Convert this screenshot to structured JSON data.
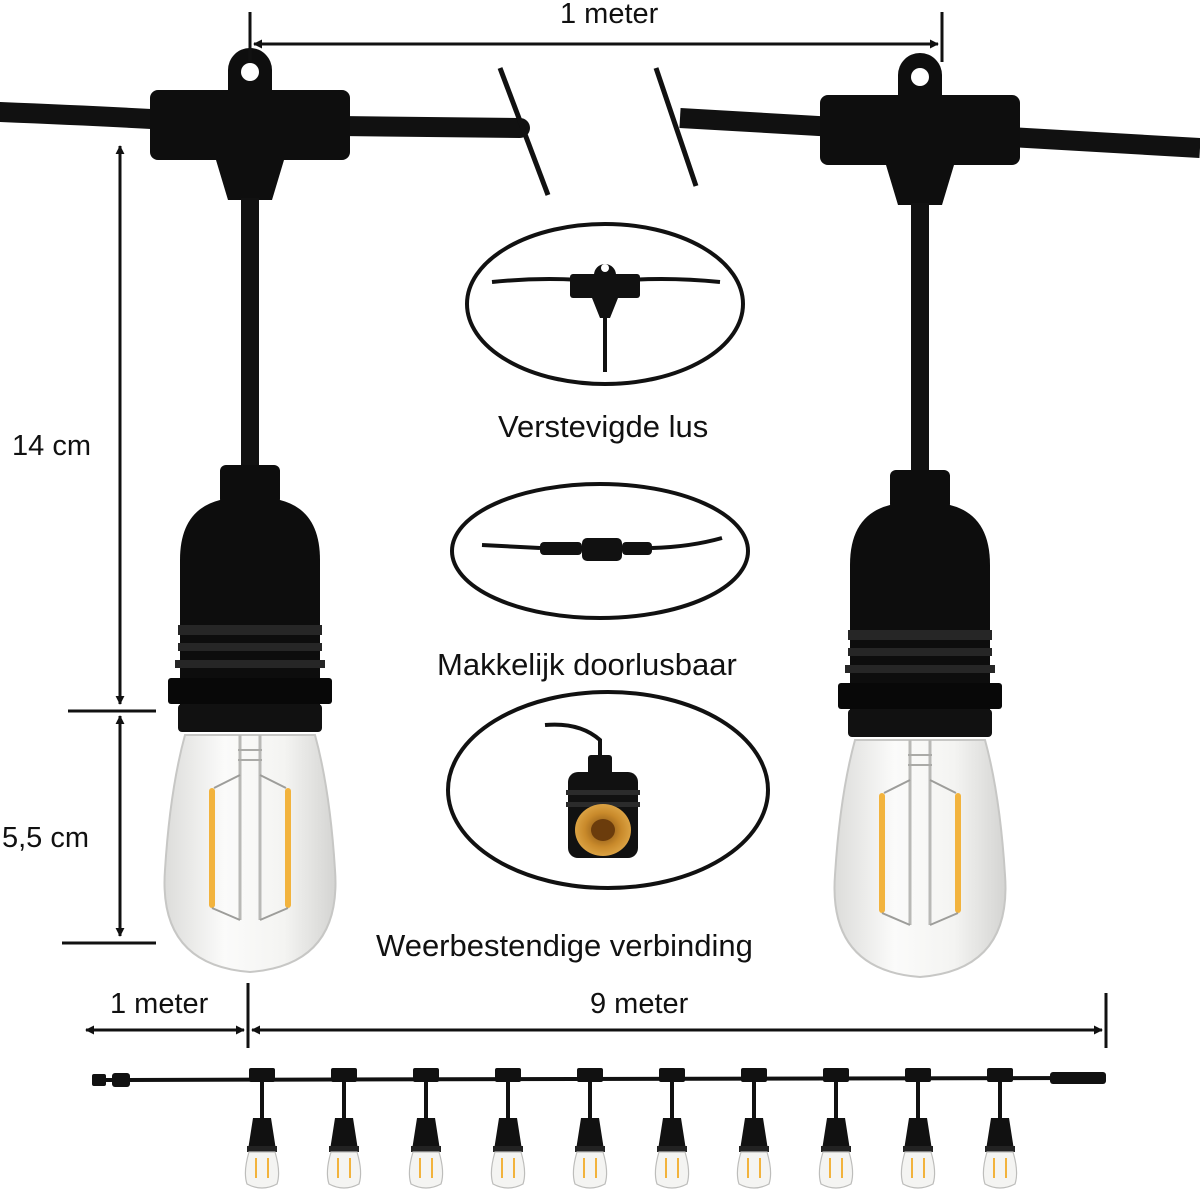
{
  "dimensions": {
    "top_spacing": "1 meter",
    "cable_drop": "14 cm",
    "bulb_height": "5,5 cm",
    "lead_cable": "1 meter",
    "total_length": "9 meter"
  },
  "features": [
    {
      "label": "Verstevigde lus",
      "icon": "t-connector-loop-icon"
    },
    {
      "label": "Makkelijk doorlusbaar",
      "icon": "inline-connector-icon"
    },
    {
      "label": "Weerbestendige verbinding",
      "icon": "bulb-socket-icon"
    }
  ],
  "overview": {
    "lamp_count": 10,
    "lamp_icon": "mini-lamp-icon"
  },
  "colors": {
    "cable": "#111111",
    "socket": "#0d0d0d",
    "filament": "#f2b33d",
    "glass": "#f3f3f1",
    "socket_interior": "#c98a2b"
  }
}
